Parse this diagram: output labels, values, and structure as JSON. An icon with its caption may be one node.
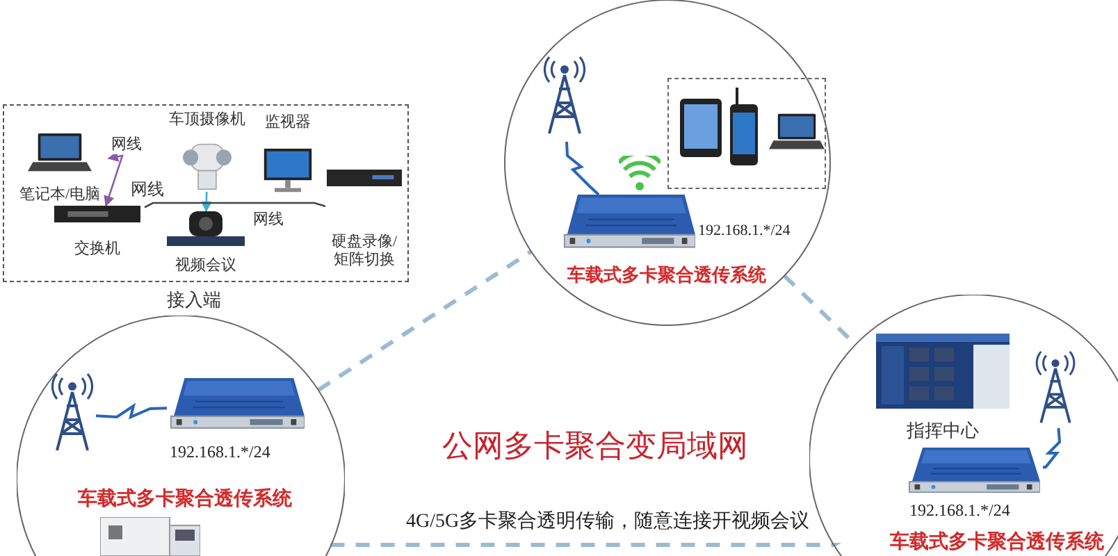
{
  "diagram": {
    "nodes": [
      {
        "text": [
          "接入端"
        ]
      },
      {
        "text": [
          "笔记本/电脑"
        ],
        "in": 0
      },
      {
        "text": [
          "交换机"
        ],
        "in": 0
      },
      {
        "text": [
          "车顶摄像机"
        ],
        "in": 0
      },
      {
        "text": [
          "监视器"
        ],
        "in": 0
      },
      {
        "text": [
          "视频会议"
        ],
        "in": 0
      },
      {
        "text": [
          "硬盘录像/矩阵切换"
        ],
        "in": 0
      },
      {
        "text": [
          "车载式多卡聚合透传系统"
        ]
      },
      {
        "text": [],
        "shape": "picture",
        "in": 7
      },
      {
        "text": [],
        "shape": "picture",
        "in": 7,
        "beside": [
          "192.168.1.*/24"
        ]
      },
      {
        "text": [],
        "shape": "box",
        "in": 7
      },
      {
        "text": [
          "车载式多卡聚合透传系统"
        ]
      },
      {
        "text": [],
        "shape": "picture",
        "in": 11
      },
      {
        "text": [],
        "shape": "picture",
        "in": 11,
        "beside": [
          "192.168.1.*/24"
        ]
      },
      {
        "text": [
          "车载式多卡聚合透传系统"
        ]
      },
      {
        "text": [
          "指挥中心"
        ],
        "in": 14
      },
      {
        "text": [],
        "shape": "picture",
        "in": 14
      },
      {
        "text": [],
        "shape": "picture",
        "in": 14,
        "beside": [
          "192.168.1.*/24"
        ]
      }
    ],
    "edges": [
      {
        "from": 2,
        "to": 1,
        "arrow": "both",
        "label": "网线",
        "color": "#8e5aa8"
      },
      {
        "from": 3,
        "to": 5,
        "arrow": "to",
        "color": "#3bb0d0"
      },
      {
        "from": 2,
        "to": 6,
        "arrow": "none",
        "label": "网线",
        "color": "#444444"
      },
      {
        "from": 8,
        "to": 9,
        "arrow": "none",
        "color": "#2a66b8"
      },
      {
        "from": 12,
        "to": 13,
        "arrow": "none",
        "color": "#2a66b8"
      },
      {
        "from": 16,
        "to": 17,
        "arrow": "none",
        "color": "#2a66b8"
      },
      {
        "from": 11,
        "to": 7,
        "arrow": "none",
        "style": "dashed",
        "color": "#9bbbd3"
      },
      {
        "from": 7,
        "to": 14,
        "arrow": "none",
        "style": "dashed",
        "color": "#9bbbd3"
      },
      {
        "from": 11,
        "to": 14,
        "arrow": "none",
        "style": "dashed",
        "color": "#9bbbd3"
      }
    ],
    "labels": [
      "网线",
      "公网多卡聚合变局域网",
      "4G/5G多卡聚合透明传输，随意连接开视频会议"
    ]
  }
}
